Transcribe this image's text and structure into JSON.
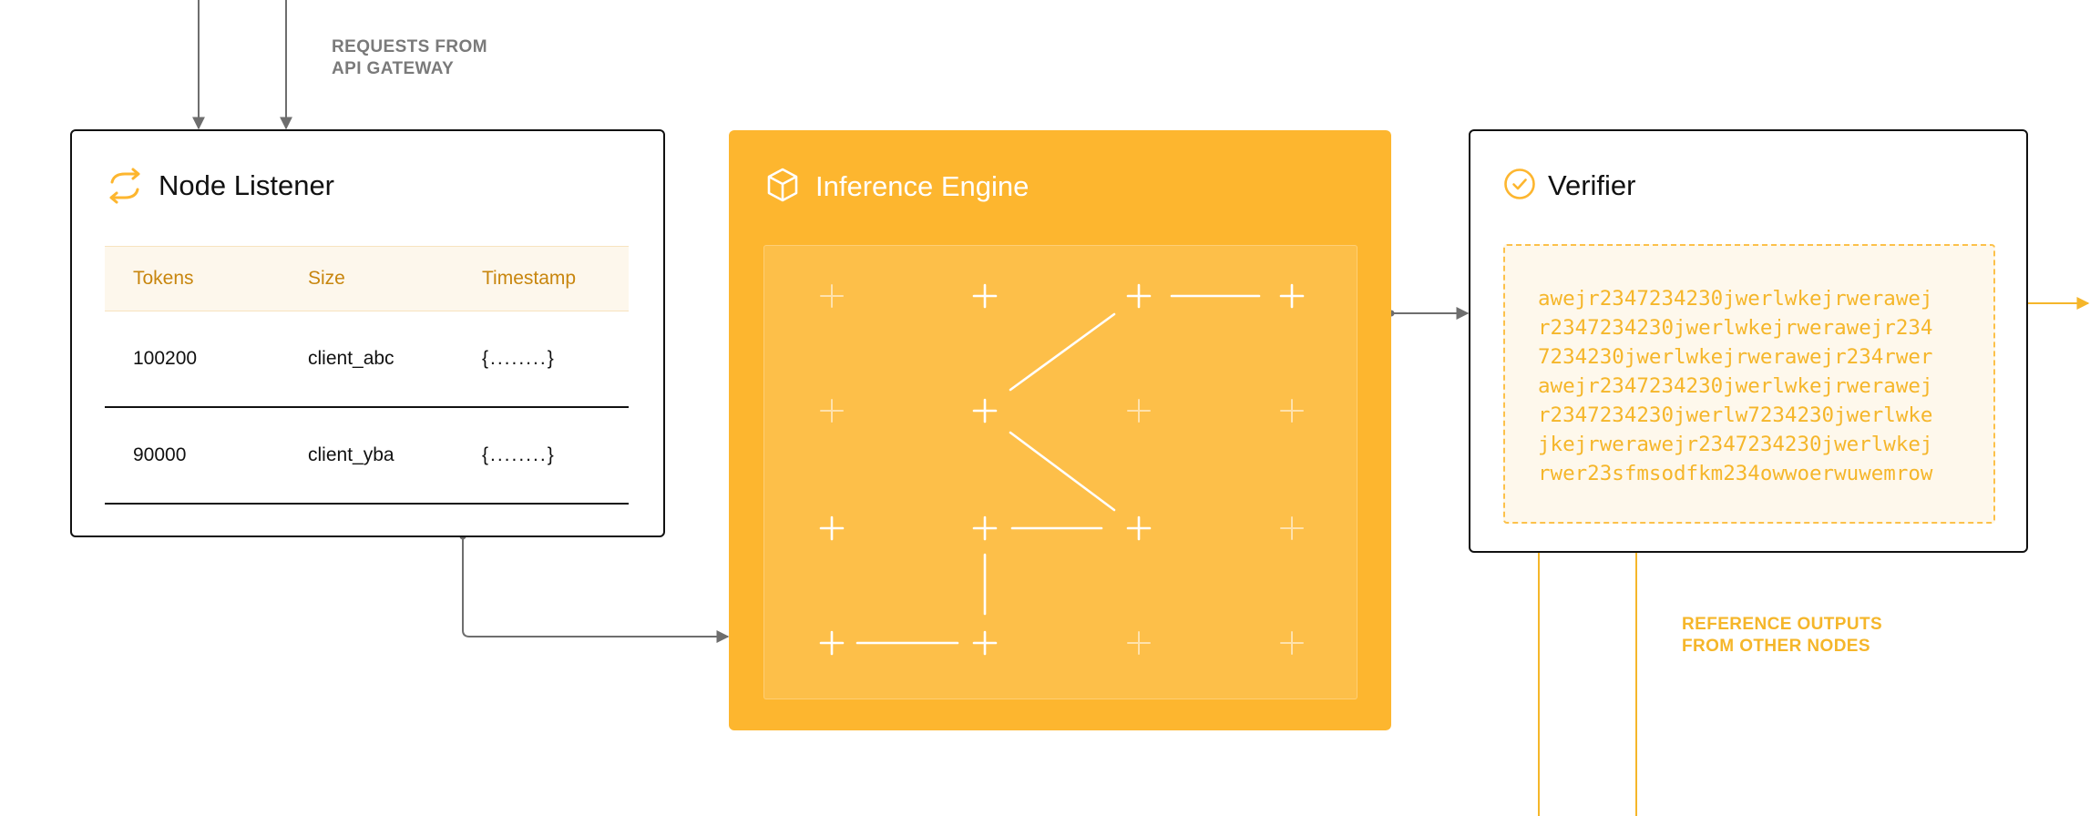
{
  "captions": {
    "gateway": [
      "REQUESTS FROM",
      "API GATEWAY"
    ],
    "reference": [
      "REFERENCE OUTPUTS",
      "FROM OTHER NODES"
    ]
  },
  "node_listener": {
    "title": "Node Listener",
    "icon": "refresh-icon",
    "columns": [
      "Tokens",
      "Size",
      "Timestamp"
    ],
    "rows": [
      [
        "100200",
        "client_abc",
        "{........}"
      ],
      [
        "90000",
        "client_yba",
        "{........}"
      ]
    ]
  },
  "inference_engine": {
    "title": "Inference Engine",
    "icon": "cube-icon"
  },
  "verifier": {
    "title": "Verifier",
    "icon": "check-circle-icon",
    "hash_lines": [
      "awejr2347234230jwerlwkejrwerawej",
      "r2347234230jwerlwkejrwerawejr234",
      "7234230jwerlwkejrwerawejr234rwer",
      "awejr2347234230jwerlwkejrwerawej",
      "r2347234230jwerlw7234230jwerlwke",
      "jkejrwerawejr2347234230jwerlwkej",
      "rwer23sfmsodfkm234owwoerwuwemrow"
    ]
  },
  "colors": {
    "accent": "#fdb62f",
    "accent_text": "#f5b62a",
    "connector": "#6e6e6e",
    "header_text": "#c8860e"
  }
}
